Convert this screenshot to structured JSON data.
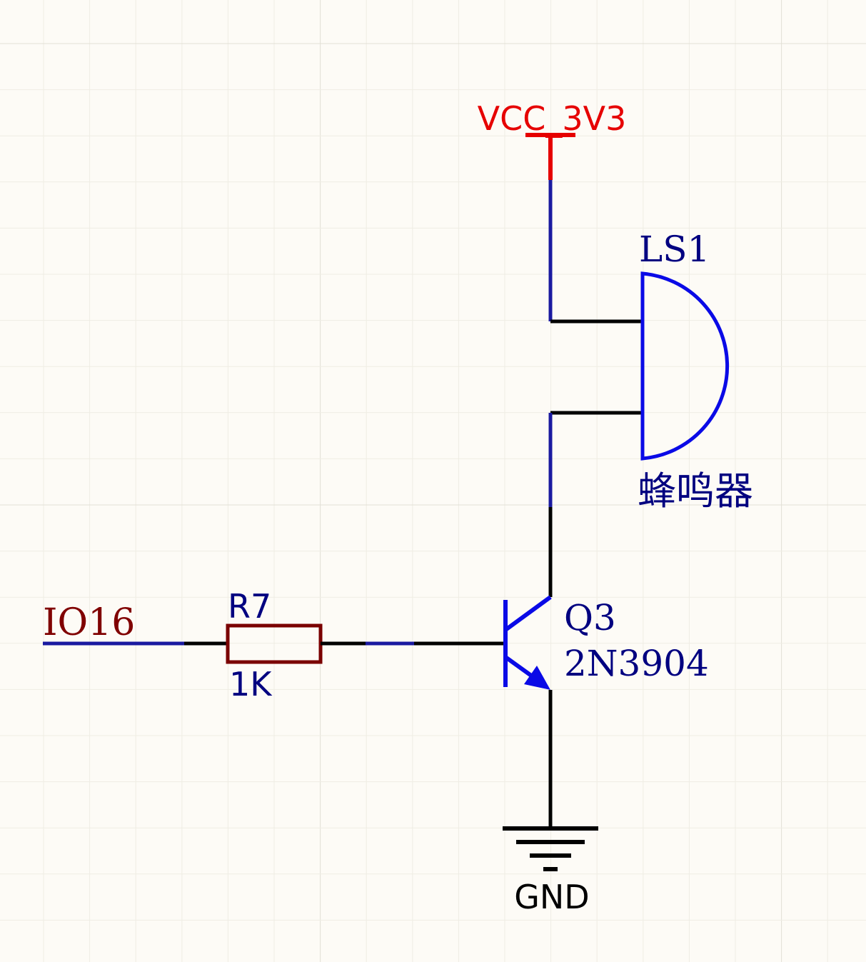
{
  "schematic": {
    "power": {
      "net_label": "VCC_3V3"
    },
    "ground": {
      "net_label": "GND"
    },
    "input_port": {
      "net_label": "IO16"
    },
    "resistor": {
      "designator": "R7",
      "value": "1K"
    },
    "buzzer": {
      "designator": "LS1",
      "comment": "蜂鸣器"
    },
    "transistor": {
      "designator": "Q3",
      "comment": "2N3904"
    }
  },
  "colors": {
    "background": "#fdfbf6",
    "grid_minor": "#efede4",
    "grid_major": "#e2e0d6",
    "wire_net": "#1a1aa0",
    "wire_pin": "#000000",
    "component_blue": "#0a0ae6",
    "power_red": "#e60000",
    "resistor_body": "#7a0000",
    "label_navy": "#000080",
    "label_maroon": "#800000",
    "label_black": "#000000"
  }
}
